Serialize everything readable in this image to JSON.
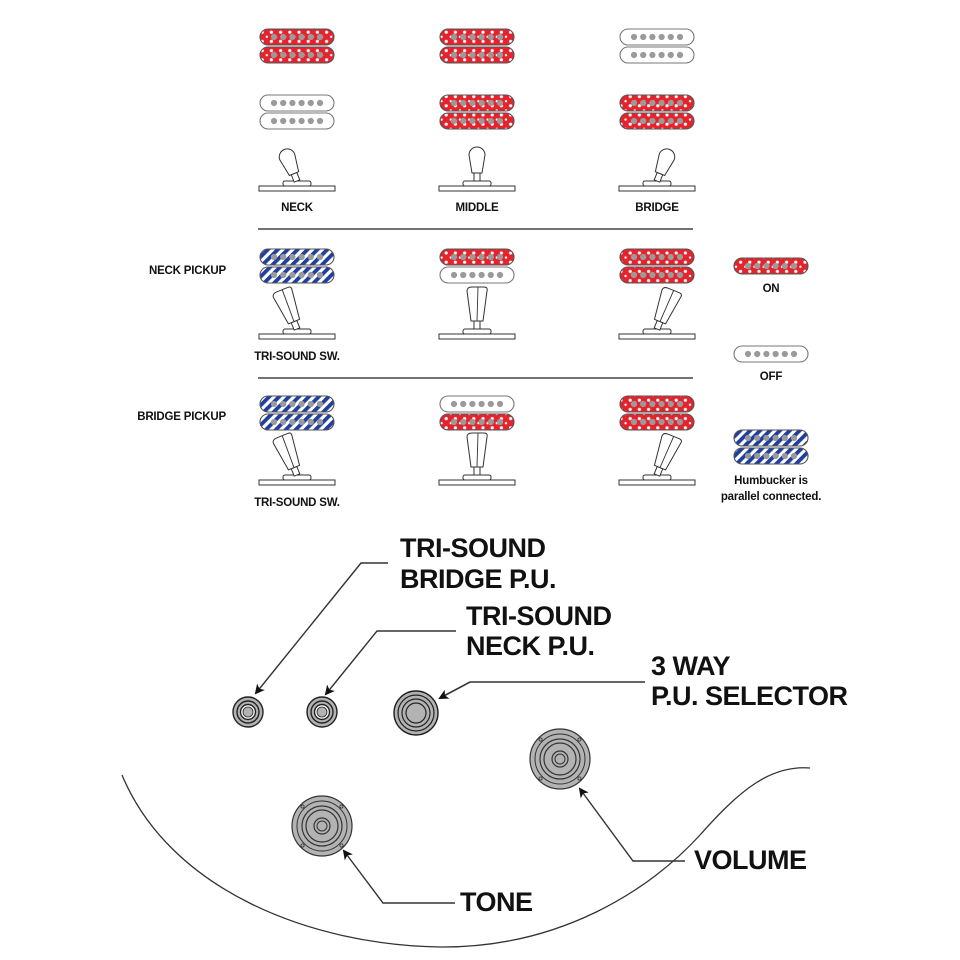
{
  "colors": {
    "on": "#e5232d",
    "parallel": "#1f3f9f",
    "pole": "#9a9a9a",
    "knob": "#b3b3b3",
    "ink": "#111111"
  },
  "selector_row": {
    "positions": [
      {
        "label": "NECK",
        "neck_pickup": "on",
        "bridge_pickup": "off",
        "toggle": "neck"
      },
      {
        "label": "MIDDLE",
        "neck_pickup": "on",
        "bridge_pickup": "on",
        "toggle": "middle"
      },
      {
        "label": "BRIDGE",
        "neck_pickup": "off",
        "bridge_pickup": "on",
        "toggle": "bridge"
      }
    ]
  },
  "tri_sound": {
    "rows": [
      {
        "label": "NECK PICKUP",
        "switch_label": "TRI-SOUND SW.",
        "states": [
          {
            "top_coil": "parallel",
            "bottom_coil": "parallel",
            "toggle": "left"
          },
          {
            "top_coil": "on",
            "bottom_coil": "off",
            "toggle": "middle"
          },
          {
            "top_coil": "on",
            "bottom_coil": "on",
            "toggle": "right"
          }
        ]
      },
      {
        "label": "BRIDGE PICKUP",
        "switch_label": "TRI-SOUND SW.",
        "states": [
          {
            "top_coil": "parallel",
            "bottom_coil": "parallel",
            "toggle": "left"
          },
          {
            "top_coil": "off",
            "bottom_coil": "on",
            "toggle": "middle"
          },
          {
            "top_coil": "on",
            "bottom_coil": "on",
            "toggle": "right"
          }
        ]
      }
    ]
  },
  "legend": {
    "on": "ON",
    "off": "OFF",
    "parallel_line1": "Humbucker is",
    "parallel_line2": "parallel connected."
  },
  "controls": {
    "tri_sound_bridge": {
      "line1": "TRI-SOUND",
      "line2": "BRIDGE P.U."
    },
    "tri_sound_neck": {
      "line1": "TRI-SOUND",
      "line2": "NECK P.U."
    },
    "selector": {
      "line1": "3 WAY",
      "line2": "P.U. SELECTOR"
    },
    "volume": "VOLUME",
    "tone": "TONE"
  }
}
